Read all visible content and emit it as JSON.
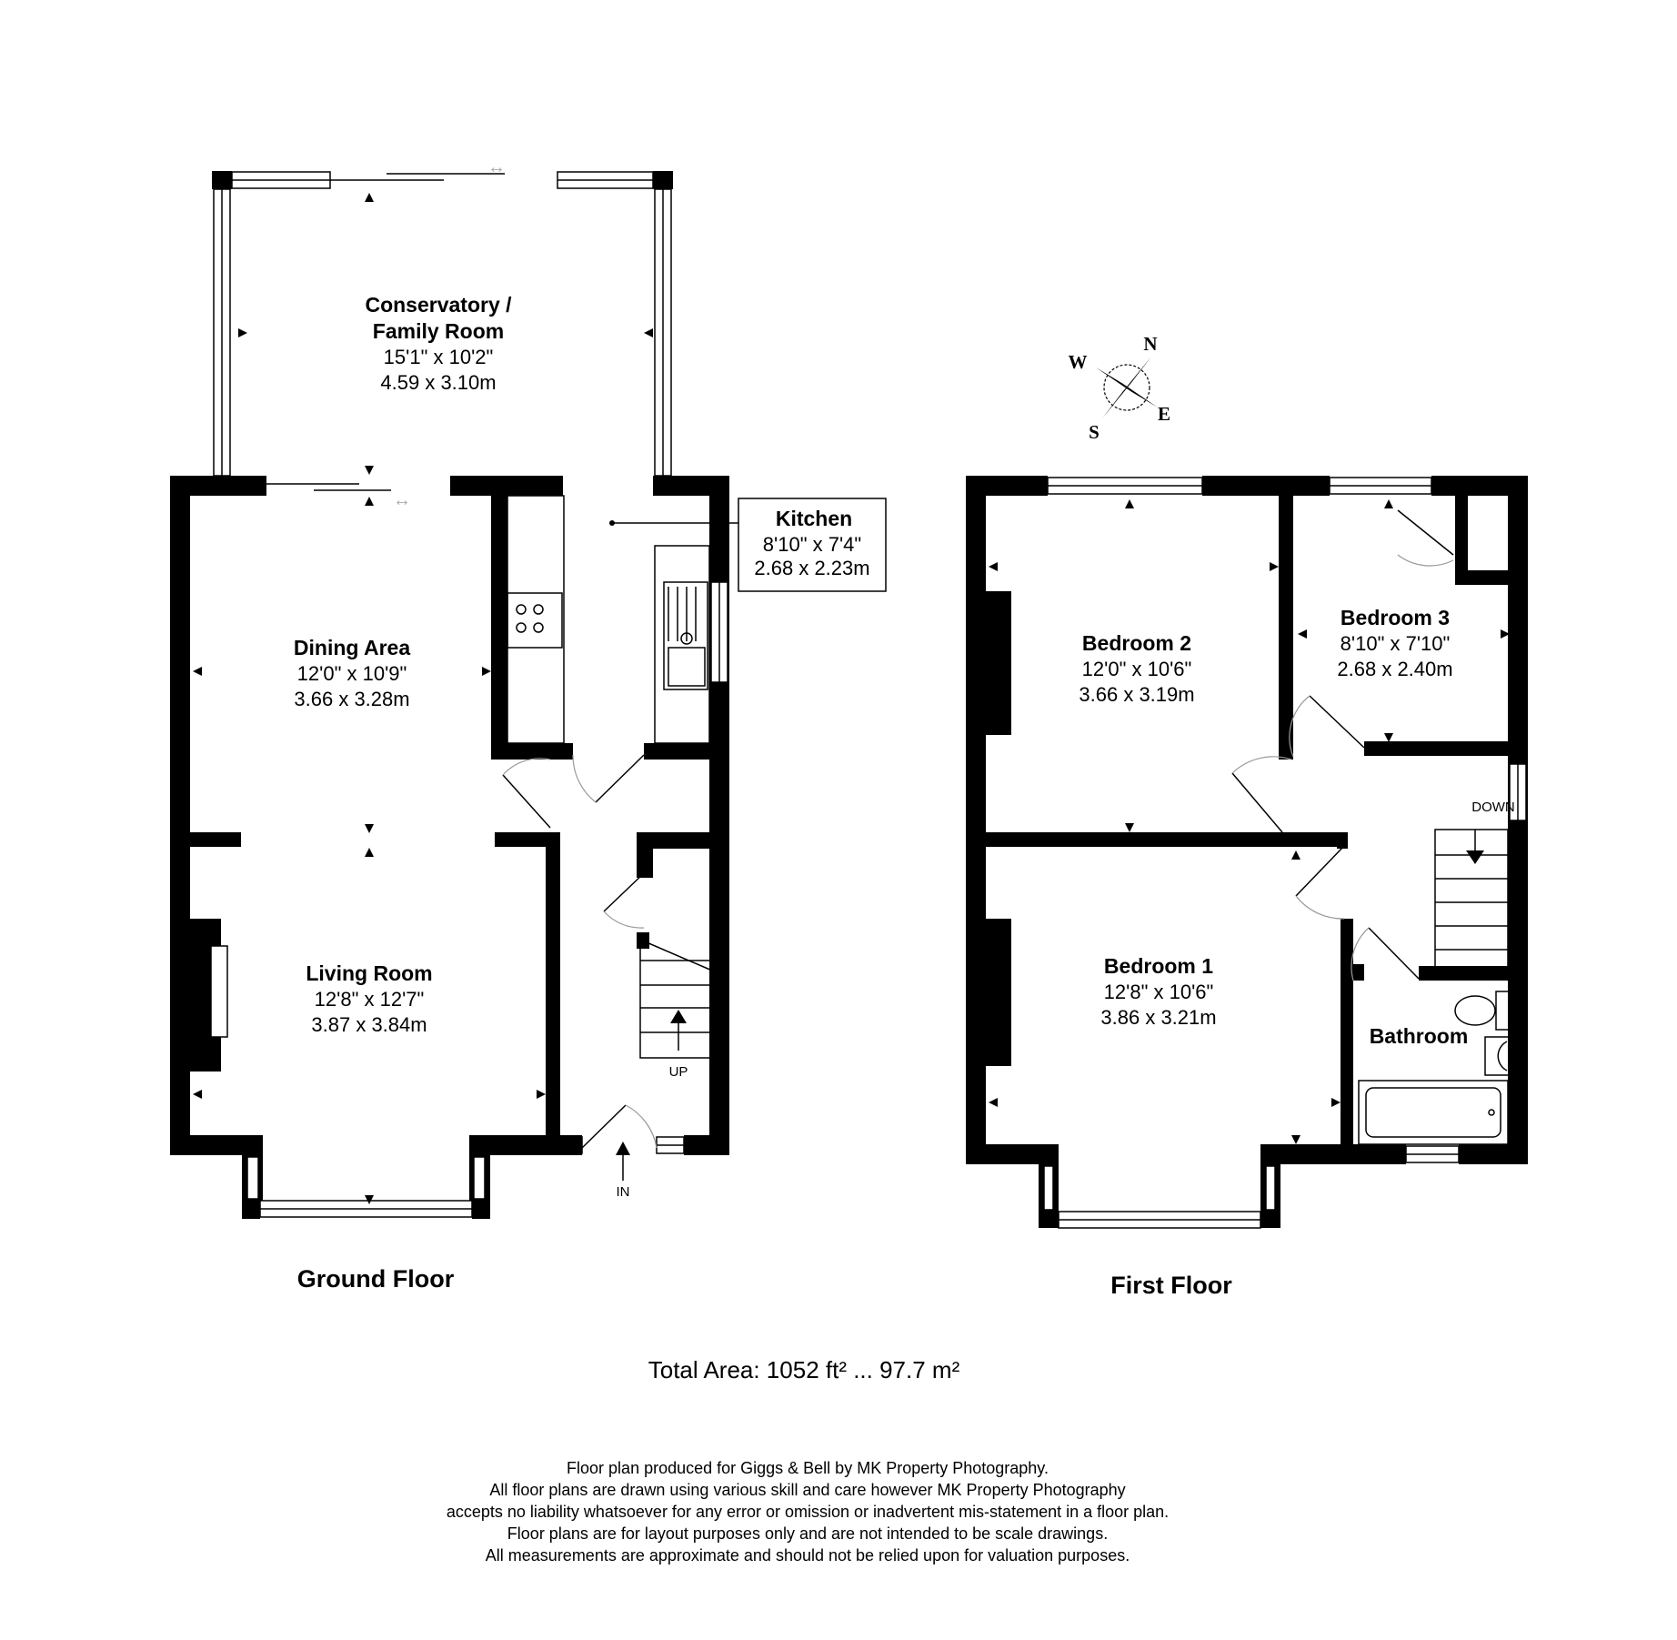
{
  "ground_floor": {
    "title": "Ground Floor",
    "conservatory": {
      "name_line1": "Conservatory /",
      "name_line2": "Family Room",
      "imperial": "15'1\" x 10'2\"",
      "metric": "4.59 x 3.10m"
    },
    "kitchen": {
      "name": "Kitchen",
      "imperial": "8'10\" x 7'4\"",
      "metric": "2.68 x 2.23m"
    },
    "dining": {
      "name": "Dining Area",
      "imperial": "12'0\" x 10'9\"",
      "metric": "3.66 x 3.28m"
    },
    "living": {
      "name": "Living Room",
      "imperial": "12'8\" x 12'7\"",
      "metric": "3.87 x 3.84m"
    },
    "stairs_label": "UP",
    "entrance_label": "IN"
  },
  "first_floor": {
    "title": "First Floor",
    "bedroom2": {
      "name": "Bedroom 2",
      "imperial": "12'0\" x 10'6\"",
      "metric": "3.66 x 3.19m"
    },
    "bedroom3": {
      "name": "Bedroom 3",
      "imperial": "8'10\" x 7'10\"",
      "metric": "2.68 x 2.40m"
    },
    "bedroom1": {
      "name": "Bedroom 1",
      "imperial": "12'8\" x 10'6\"",
      "metric": "3.86 x 3.21m"
    },
    "bathroom": {
      "name": "Bathroom"
    },
    "stairs_label": "DOWN"
  },
  "compass": {
    "n": "N",
    "e": "E",
    "s": "S",
    "w": "W"
  },
  "total_area": "Total Area: 1052 ft² ... 97.7 m²",
  "disclaimer": [
    "Floor plan produced for Giggs & Bell by MK Property Photography.",
    "All floor plans are drawn using various skill and care however MK Property Photography",
    "accepts no liability whatsoever for any error or omission or inadvertent mis-statement in a floor plan.",
    "Floor plans are for layout purposes only and are not intended to be scale drawings.",
    "All measurements are approximate and should not be relied upon for valuation purposes."
  ]
}
